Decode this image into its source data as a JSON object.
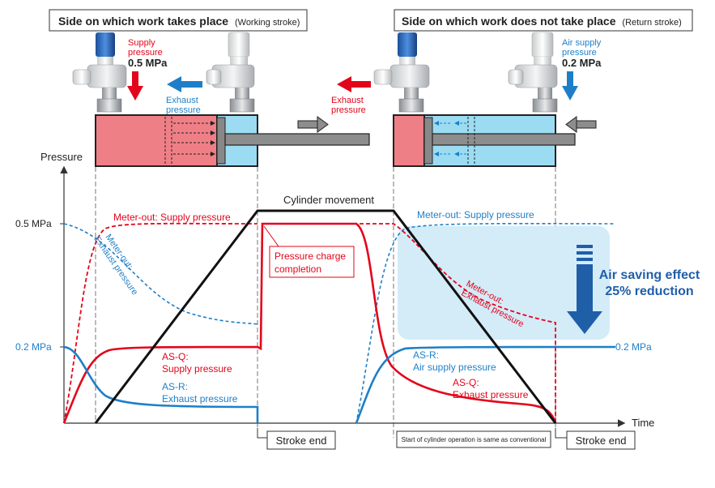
{
  "headers": {
    "left_title": "Side on which work takes place",
    "left_sub": "(Working stroke)",
    "right_title": "Side on which work does not take place",
    "right_sub": "(Return stroke)"
  },
  "valves": {
    "supply_label_1": "Supply",
    "supply_label_2": "pressure",
    "supply_value": "0.5 MPa",
    "exhaust_left_1": "Exhaust",
    "exhaust_left_2": "pressure",
    "exhaust_right_1": "Exhaust",
    "exhaust_right_2": "pressure",
    "air_supply_1": "Air supply",
    "air_supply_2": "pressure",
    "air_supply_value": "0.2 MPa"
  },
  "chart": {
    "y_axis_label": "Pressure",
    "x_axis_label": "Time",
    "tick_05": "0.5 MPa",
    "tick_02": "0.2 MPa",
    "right_02": "0.2 MPa",
    "cylinder_movement": "Cylinder movement"
  },
  "labels": {
    "meter_out_supply_left": "Meter-out: Supply pressure",
    "meter_out_exhaust_left_1": "Meter-out:",
    "meter_out_exhaust_left_2": "Exhaust pressure",
    "pressure_charge_1": "Pressure charge",
    "pressure_charge_2": "completion",
    "asq_supply_1": "AS-Q:",
    "asq_supply_2": "Supply pressure",
    "asr_exhaust_1": "AS-R:",
    "asr_exhaust_2": "Exhaust pressure",
    "meter_out_supply_right": "Meter-out: Supply pressure",
    "meter_out_exhaust_right_1": "Meter-out:",
    "meter_out_exhaust_right_2": "Exhaust pressure",
    "asr_air_1": "AS-R:",
    "asr_air_2": "Air supply pressure",
    "asq_exhaust_1": "AS-Q:",
    "asq_exhaust_2": "Exhaust pressure",
    "saving_1": "Air saving effect",
    "saving_2": "25% reduction",
    "stroke_end_left": "Stroke end",
    "stroke_end_right": "Stroke end",
    "start_conventional": "Start of cylinder operation is same as conventional"
  },
  "colors": {
    "red": "#e3051b",
    "blue": "#1e7fc8",
    "dark_blue": "#1f5fa8",
    "cyl_red": "#ef7f86",
    "cyl_blue": "#9cdcf2",
    "saving_bg": "#d4ebf8"
  }
}
